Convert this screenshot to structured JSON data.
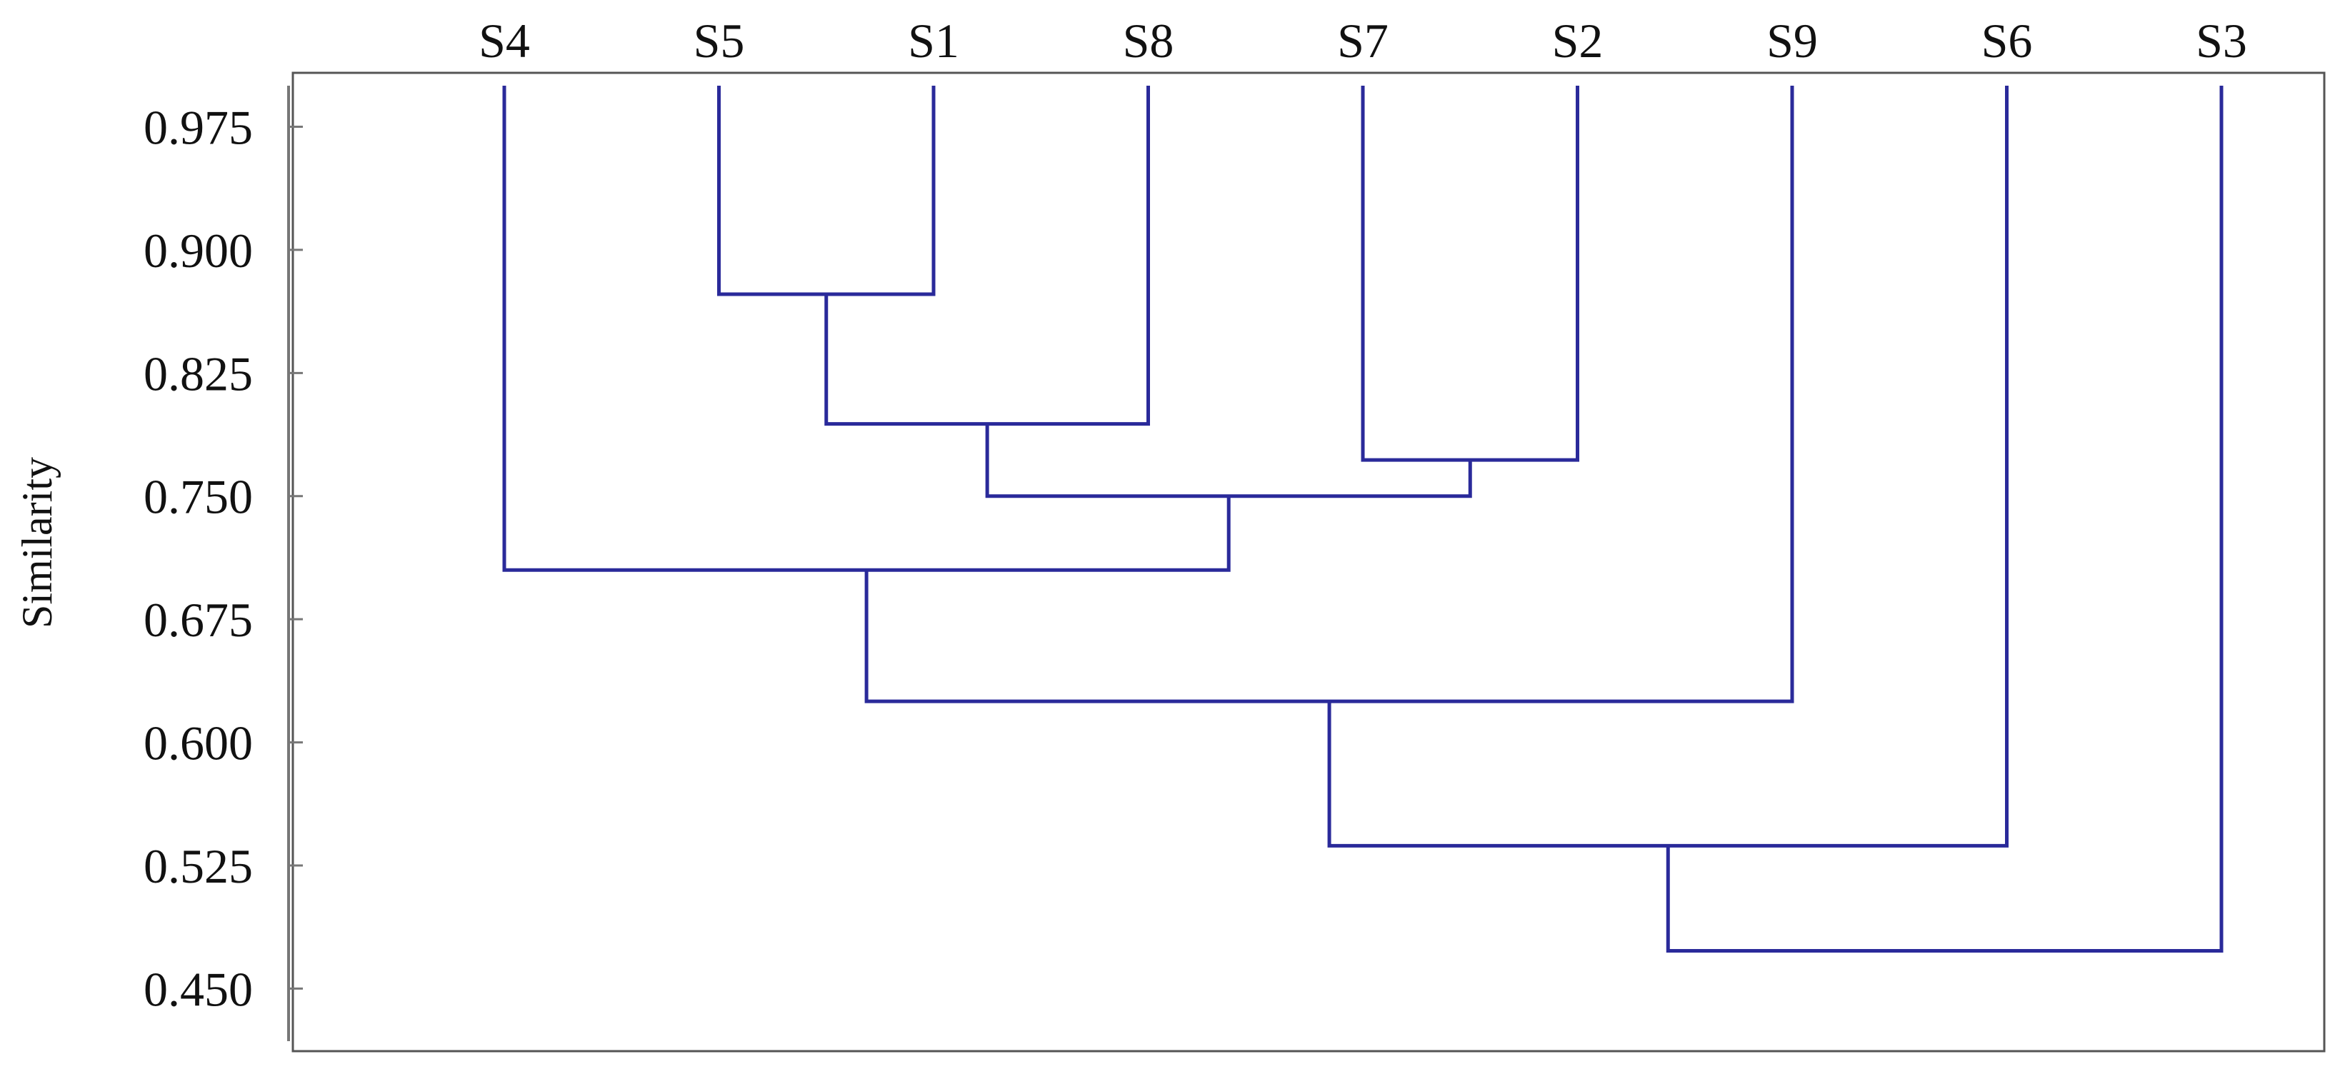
{
  "chart_data": {
    "type": "dendrogram",
    "ylabel": "Similarity",
    "yticks": [
      "0.975",
      "0.900",
      "0.825",
      "0.750",
      "0.675",
      "0.600",
      "0.525",
      "0.450"
    ],
    "ylim": [
      0.418,
      1.0
    ],
    "leaves": [
      "S4",
      "S5",
      "S1",
      "S8",
      "S7",
      "S2",
      "S9",
      "S6",
      "S3"
    ],
    "merges": [
      {
        "a": "S5",
        "b": "S1",
        "similarity": 0.873
      },
      {
        "a": "S5,S1",
        "b": "S8",
        "similarity": 0.794
      },
      {
        "a": "S7",
        "b": "S2",
        "similarity": 0.772
      },
      {
        "a": "S5,S1,S8",
        "b": "S7,S2",
        "similarity": 0.75
      },
      {
        "a": "S4",
        "b": "S5,S1,S8,S7,S2",
        "similarity": 0.705
      },
      {
        "a": "S4,S5,S1,S8,S7,S2",
        "b": "S9",
        "similarity": 0.625
      },
      {
        "a": "S4,S5,S1,S8,S7,S2,S9",
        "b": "S6",
        "similarity": 0.537
      },
      {
        "a": "S4,S5,S1,S8,S7,S2,S9,S6",
        "b": "S3",
        "similarity": 0.473
      }
    ],
    "line_color": "#2a2a9a",
    "axis_color": "#777777",
    "frame_color": "#555555",
    "grid": false
  }
}
